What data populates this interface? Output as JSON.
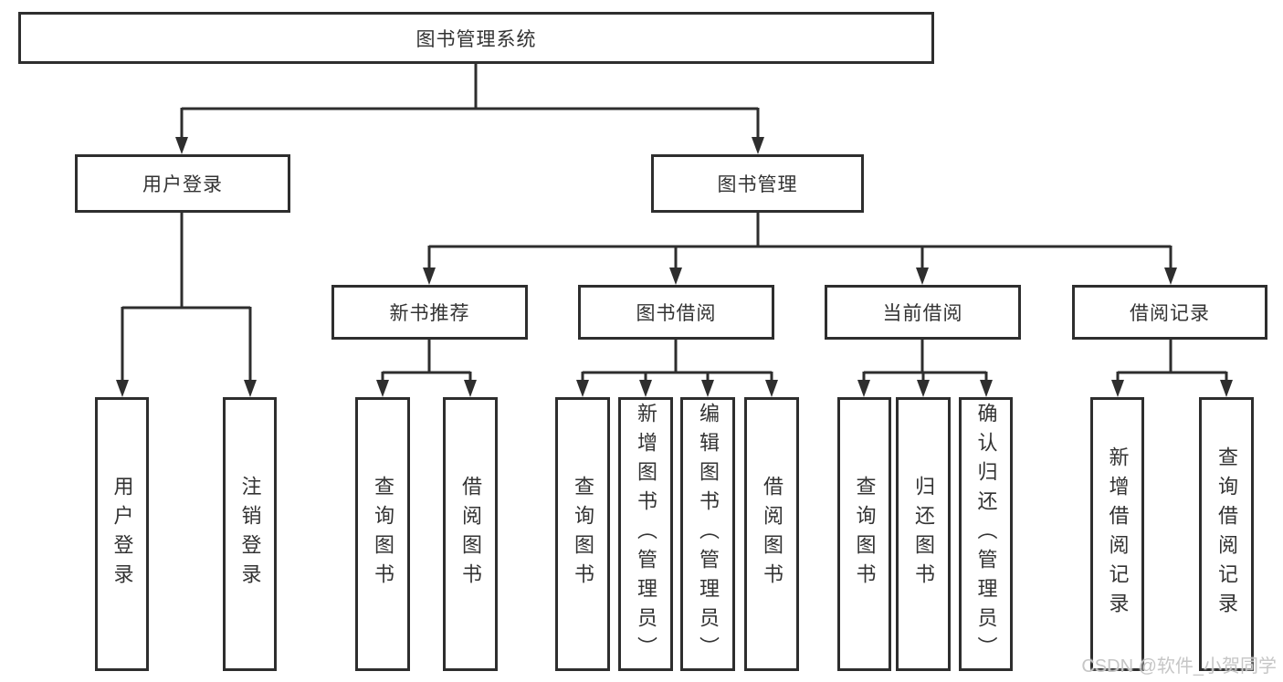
{
  "diagram": {
    "root_label": "图书管理系统",
    "level2": [
      {
        "label": "用户登录",
        "leaves": [
          "用户登录",
          "注销登录"
        ]
      },
      {
        "label": "图书管理"
      }
    ],
    "level3": [
      {
        "label": "新书推荐",
        "leaves": [
          "查询图书",
          "借阅图书"
        ]
      },
      {
        "label": "图书借阅",
        "leaves": [
          "查询图书",
          "新增图书（管理员）",
          "编辑图书（管理员）",
          "借阅图书"
        ]
      },
      {
        "label": "当前借阅",
        "leaves": [
          "查询图书",
          "归还图书",
          "确认归还（管理员）"
        ]
      },
      {
        "label": "借阅记录",
        "leaves": [
          "新增借阅记录",
          "查询借阅记录"
        ]
      }
    ],
    "watermark": "CSDN @软件_小贺同学",
    "colors": {
      "line": "#2e2e2e",
      "text": "#333333",
      "background": "#ffffff",
      "watermark": "#c3c3c3"
    }
  }
}
